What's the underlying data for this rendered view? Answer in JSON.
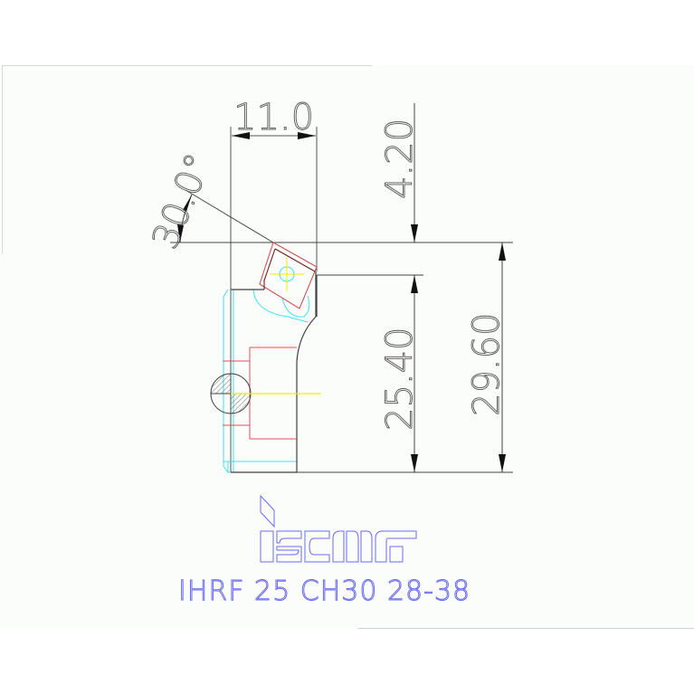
{
  "drawing": {
    "title": "IHRF 25 CH30 28-38",
    "brand": "iscar",
    "colors": {
      "background": "#fbfdfb",
      "dimension_line": "#444444",
      "outline": "#404040",
      "insert": "#d05050",
      "clamp": "#40e0f0",
      "centerline": "#f0f000",
      "title": "#6a6aee"
    },
    "dimensions": {
      "width": "11.0",
      "angle": "30.0°",
      "top_offset": "4.20",
      "height_inner": "25.40",
      "height_total": "29.60"
    }
  }
}
